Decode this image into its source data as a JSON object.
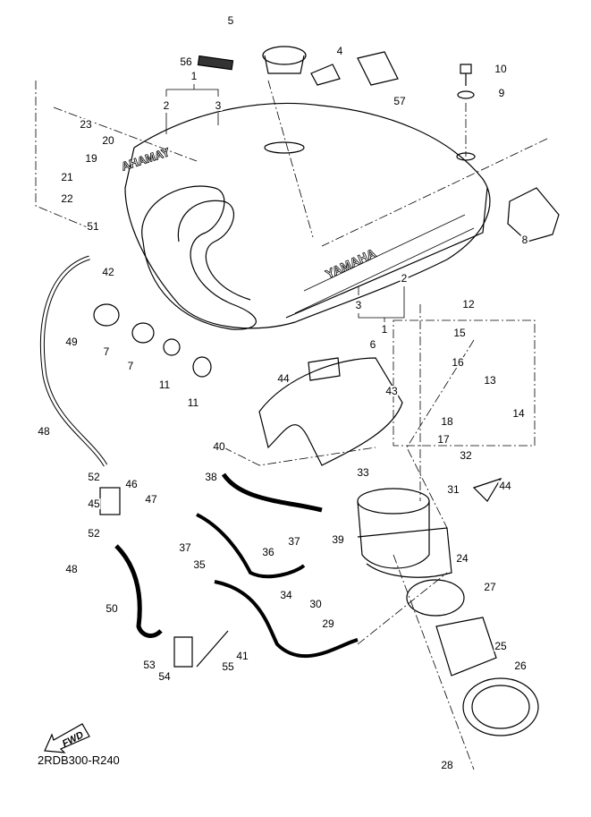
{
  "diagram_code": "2RDB300-R240",
  "fwd_label": "FWD",
  "tank_logo_text": "YAMAHA",
  "labels": [
    "1",
    "2",
    "3",
    "4",
    "5",
    "56",
    "57",
    "10",
    "9",
    "8",
    "23",
    "20",
    "19",
    "21",
    "22",
    "51",
    "42",
    "49",
    "7",
    "7",
    "11",
    "11",
    "48",
    "48",
    "12",
    "15",
    "16",
    "13",
    "14",
    "18",
    "17",
    "6",
    "44",
    "44",
    "43",
    "40",
    "38",
    "32",
    "33",
    "31",
    "52",
    "52",
    "46",
    "47",
    "45",
    "37",
    "37",
    "39",
    "36",
    "35",
    "24",
    "27",
    "34",
    "30",
    "29",
    "50",
    "25",
    "53",
    "54",
    "41",
    "55",
    "26",
    "28",
    "1",
    "2",
    "3"
  ]
}
